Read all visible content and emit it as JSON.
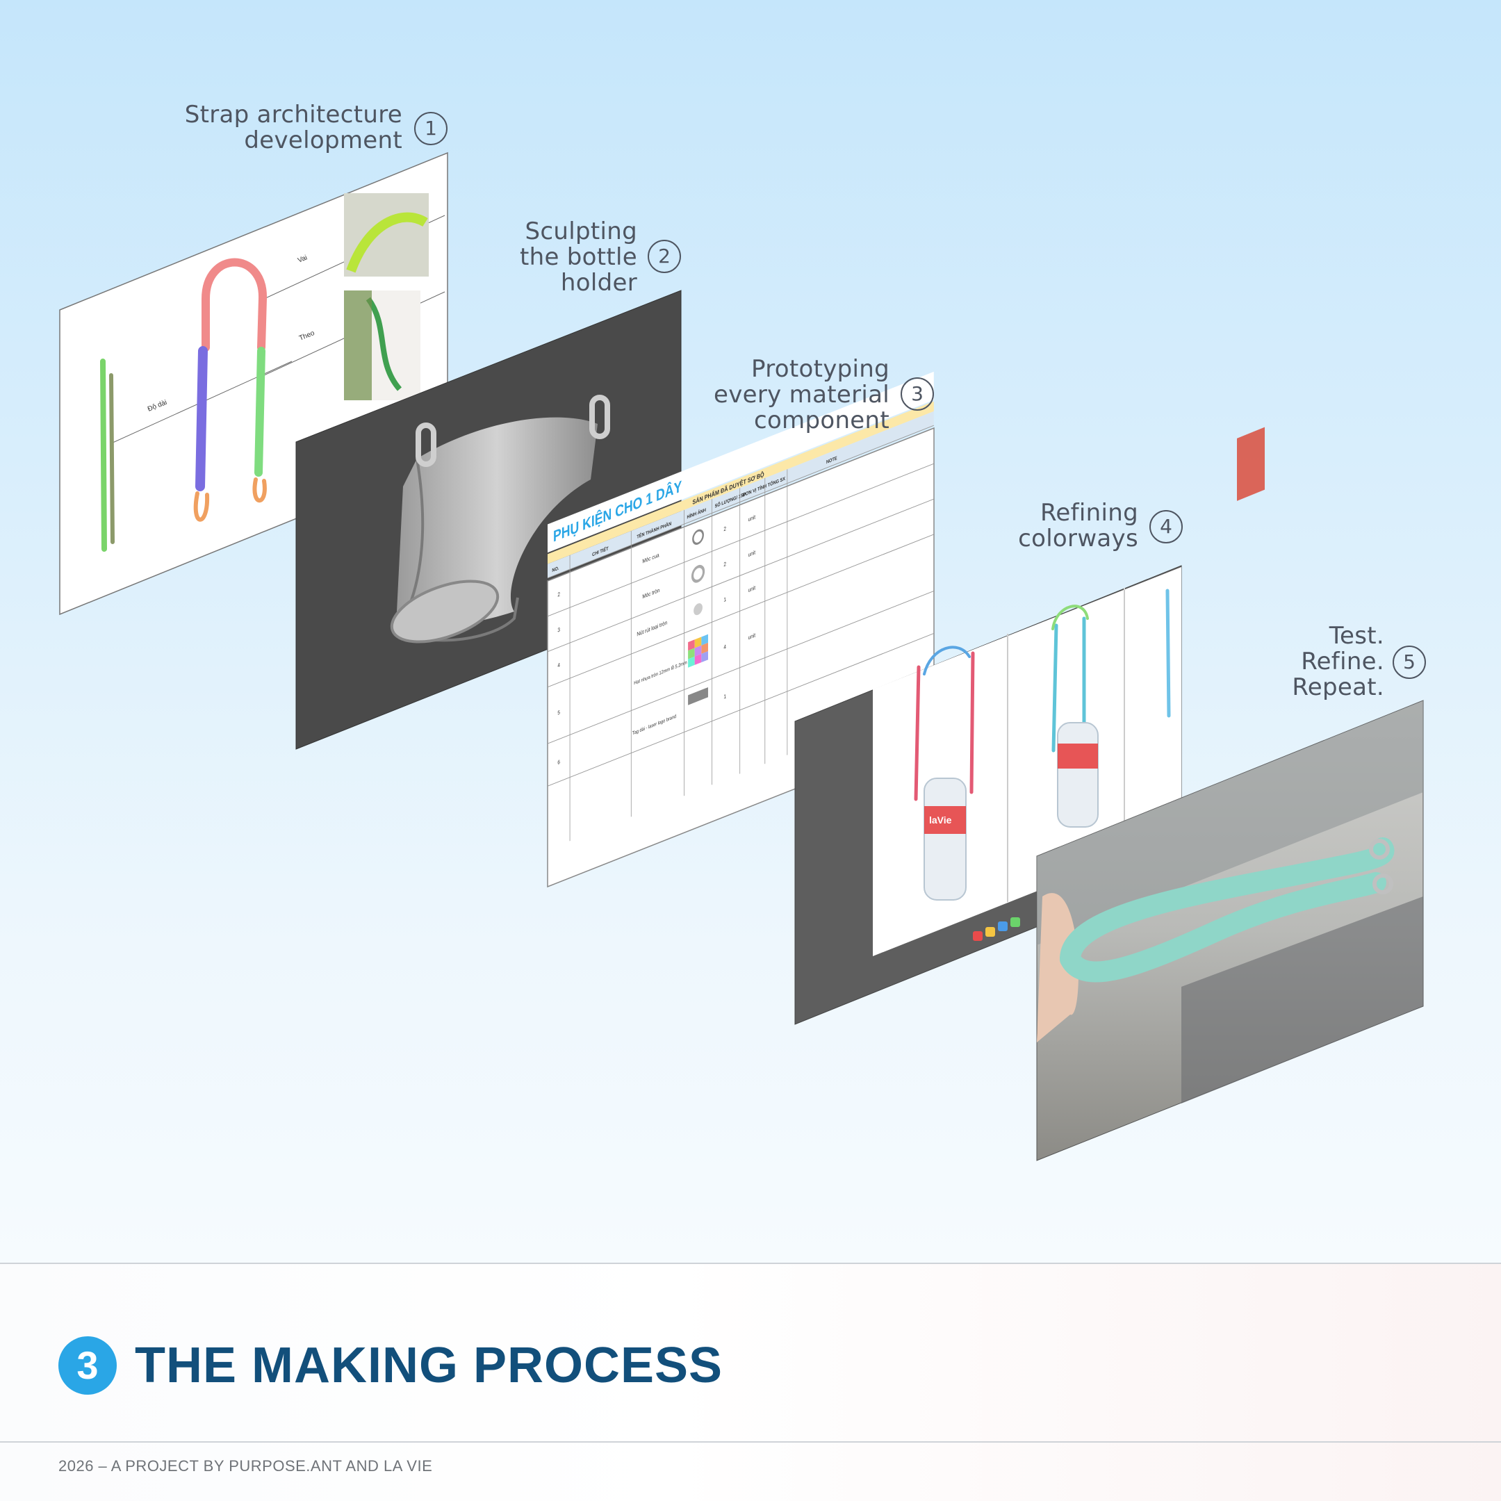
{
  "steps": [
    {
      "number": "1",
      "lines": [
        "Strap architecture",
        "development"
      ]
    },
    {
      "number": "2",
      "lines": [
        "Sculpting",
        "the bottle",
        "holder"
      ]
    },
    {
      "number": "3",
      "lines": [
        "Prototyping",
        "every material",
        "component"
      ]
    },
    {
      "number": "4",
      "lines": [
        "Refining",
        "colorways"
      ]
    },
    {
      "number": "5",
      "lines": [
        "Test.",
        "Refine.",
        "Repeat."
      ]
    }
  ],
  "strap_sheet": {
    "labels": [
      "Vai",
      "Theo",
      "Độ dài"
    ]
  },
  "spec_sheet": {
    "title": "PHỤ KIỆN CHO 1 DÂY",
    "group_header": "SẢN PHẨM ĐÃ DUYỆT SƠ BỘ",
    "columns": [
      "NO.",
      "CHI TIẾT",
      "TÊN THÀNH PHẦN",
      "HÌNH ẢNH",
      "SỐ LƯỢNG/ 1SP",
      "ĐƠN VỊ TÍNH",
      "TỔNG SX",
      "NOTE"
    ],
    "rows": [
      {
        "no": "2",
        "name": "Móc cua",
        "qty": "2",
        "unit": "unit"
      },
      {
        "no": "3",
        "name": "Móc tròn",
        "qty": "2",
        "unit": "unit"
      },
      {
        "no": "4",
        "name": "Nút rút loại tròn",
        "qty": "1",
        "unit": "unit"
      },
      {
        "no": "5",
        "name": "Hạt nhựa tròn 12mm lỗ 5.2mm",
        "qty": "4",
        "unit": "unit"
      },
      {
        "no": "6",
        "name": "Tag dài - laser logo brand",
        "qty": "1",
        "unit": ""
      }
    ]
  },
  "bottle_label": "laVie",
  "section": {
    "number": "3",
    "title": "THE MAKING PROCESS"
  },
  "footer": "2026 – A PROJECT BY PURPOSE.ANT AND LA VIE",
  "colors": {
    "accent": "#2aa6e6",
    "title": "#124f7b",
    "label": "#4e5561"
  }
}
